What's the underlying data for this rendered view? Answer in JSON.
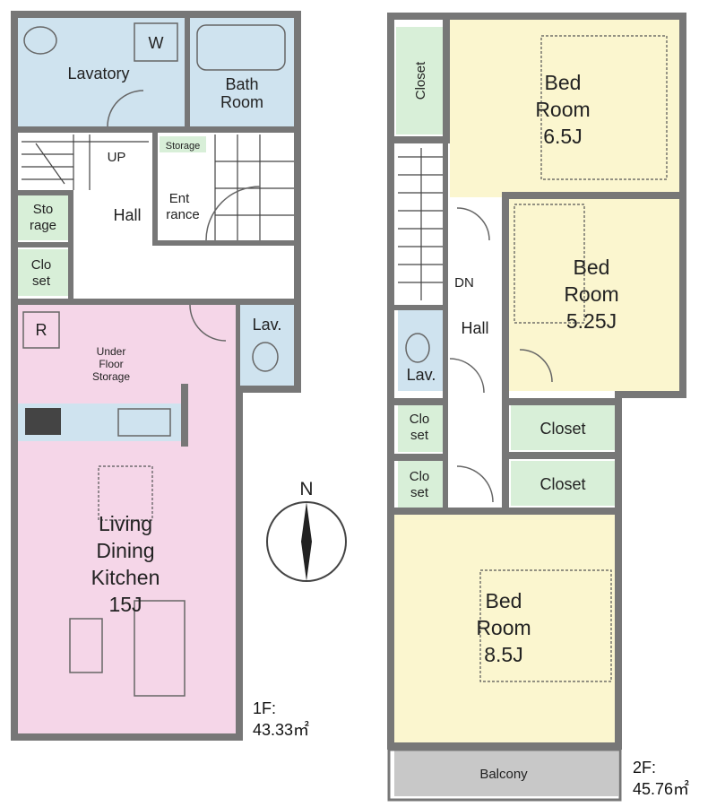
{
  "colors": {
    "lavatory": "#cfe3ef",
    "ldk": "#f5d6e8",
    "bedroom": "#fbf6cf",
    "closet": "#d8efd8",
    "balcony": "#c8c8c8",
    "wall": "#777777",
    "hall": "#ffffff"
  },
  "floor1": {
    "lavatory": "Lavatory",
    "washer": "W",
    "bath_line1": "Bath",
    "bath_line2": "Room",
    "storage_small": "Storage",
    "up": "UP",
    "storage_l1": "Sto",
    "storage_l2": "rage",
    "entrance_l1": "Ent",
    "entrance_l2": "rance",
    "hall": "Hall",
    "closet_l1": "Clo",
    "closet_l2": "set",
    "lav": "Lav.",
    "refrigerator": "R",
    "under_l1": "Under",
    "under_l2": "Floor",
    "under_l3": "Storage",
    "ldk_l1": "Living",
    "ldk_l2": "Dining",
    "ldk_l3": "Kitchen",
    "ldk_size": "15J",
    "area_label": "1F:",
    "area_value": "43.33㎡"
  },
  "floor2": {
    "closet_vertical": "Closet",
    "bed1_l1": "Bed",
    "bed1_l2": "Room",
    "bed1_size": "6.5J",
    "bed2_l1": "Bed",
    "bed2_l2": "Room",
    "bed2_size": "5.25J",
    "dn": "DN",
    "hall": "Hall",
    "lav": "Lav.",
    "closet1_l1": "Clo",
    "closet1_l2": "set",
    "closet2_l1": "Clo",
    "closet2_l2": "set",
    "closet_a": "Closet",
    "closet_b": "Closet",
    "bed3_l1": "Bed",
    "bed3_l2": "Room",
    "bed3_size": "8.5J",
    "balcony": "Balcony",
    "area_label": "2F:",
    "area_value": "45.76㎡"
  },
  "compass": {
    "north": "N"
  }
}
